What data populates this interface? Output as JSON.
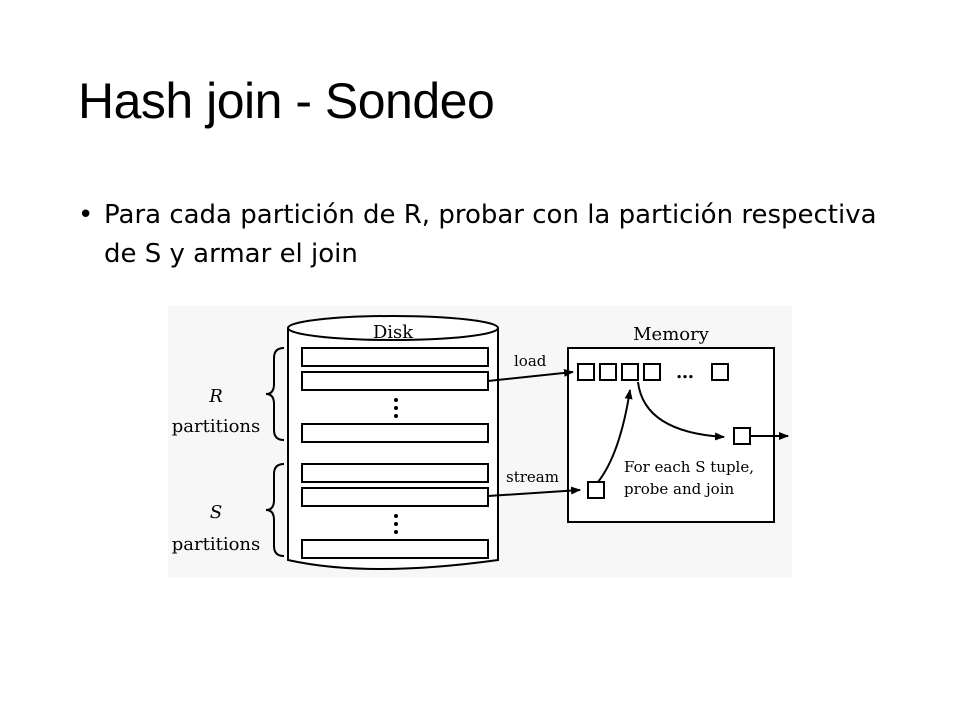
{
  "slide": {
    "title": "Hash join - Sondeo",
    "bullets": [
      "Para cada partición de R, probar con la partición respectiva de S y armar el join"
    ]
  },
  "figure": {
    "disk_label": "Disk",
    "memory_label": "Memory",
    "r_letter": "R",
    "r_partitions_word": "partitions",
    "s_letter": "S",
    "s_partitions_word": "partitions",
    "load_label": "load",
    "stream_label": "stream",
    "ellipsis": "…",
    "note_line1": "For each S tuple,",
    "note_line2": "probe and join"
  }
}
